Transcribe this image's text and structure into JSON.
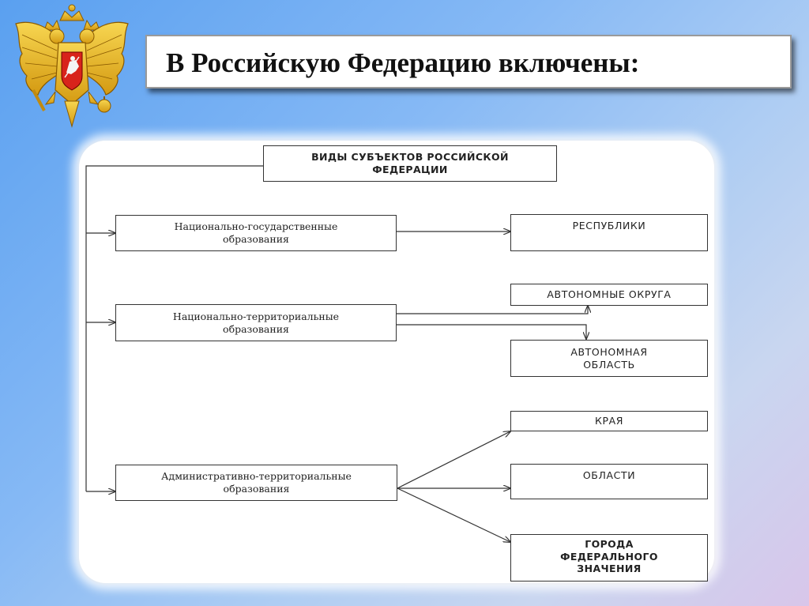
{
  "title": "В Российскую Федерацию включены:",
  "diagram": {
    "root": {
      "line1": "ВИДЫ СУБЪЕКТОВ РОССИЙСКОЙ",
      "line2": "ФЕДЕРАЦИИ"
    },
    "categories": [
      {
        "line1": "Национально-государственные",
        "line2": "образования"
      },
      {
        "line1": "Национально-территориальные",
        "line2": "образования"
      },
      {
        "line1": "Административно-территориальные",
        "line2": "образования"
      }
    ],
    "subjects": [
      {
        "line1": "РЕСПУБЛИКИ",
        "line2": ""
      },
      {
        "line1": "АВТОНОМНЫЕ ОКРУГА",
        "line2": ""
      },
      {
        "line1": "АВТОНОМНАЯ",
        "line2": "ОБЛАСТЬ"
      },
      {
        "line1": "КРАЯ",
        "line2": ""
      },
      {
        "line1": "ОБЛАСТИ",
        "line2": ""
      },
      {
        "line1": "ГОРОДА",
        "line2": "ФЕДЕРАЛЬНОГО",
        "line3": "ЗНАЧЕНИЯ"
      }
    ]
  },
  "colors": {
    "emblem_gold": "#e8b21c",
    "shield_red": "#d8231b"
  },
  "icons": {
    "emblem": "russian-coat-of-arms-icon"
  }
}
